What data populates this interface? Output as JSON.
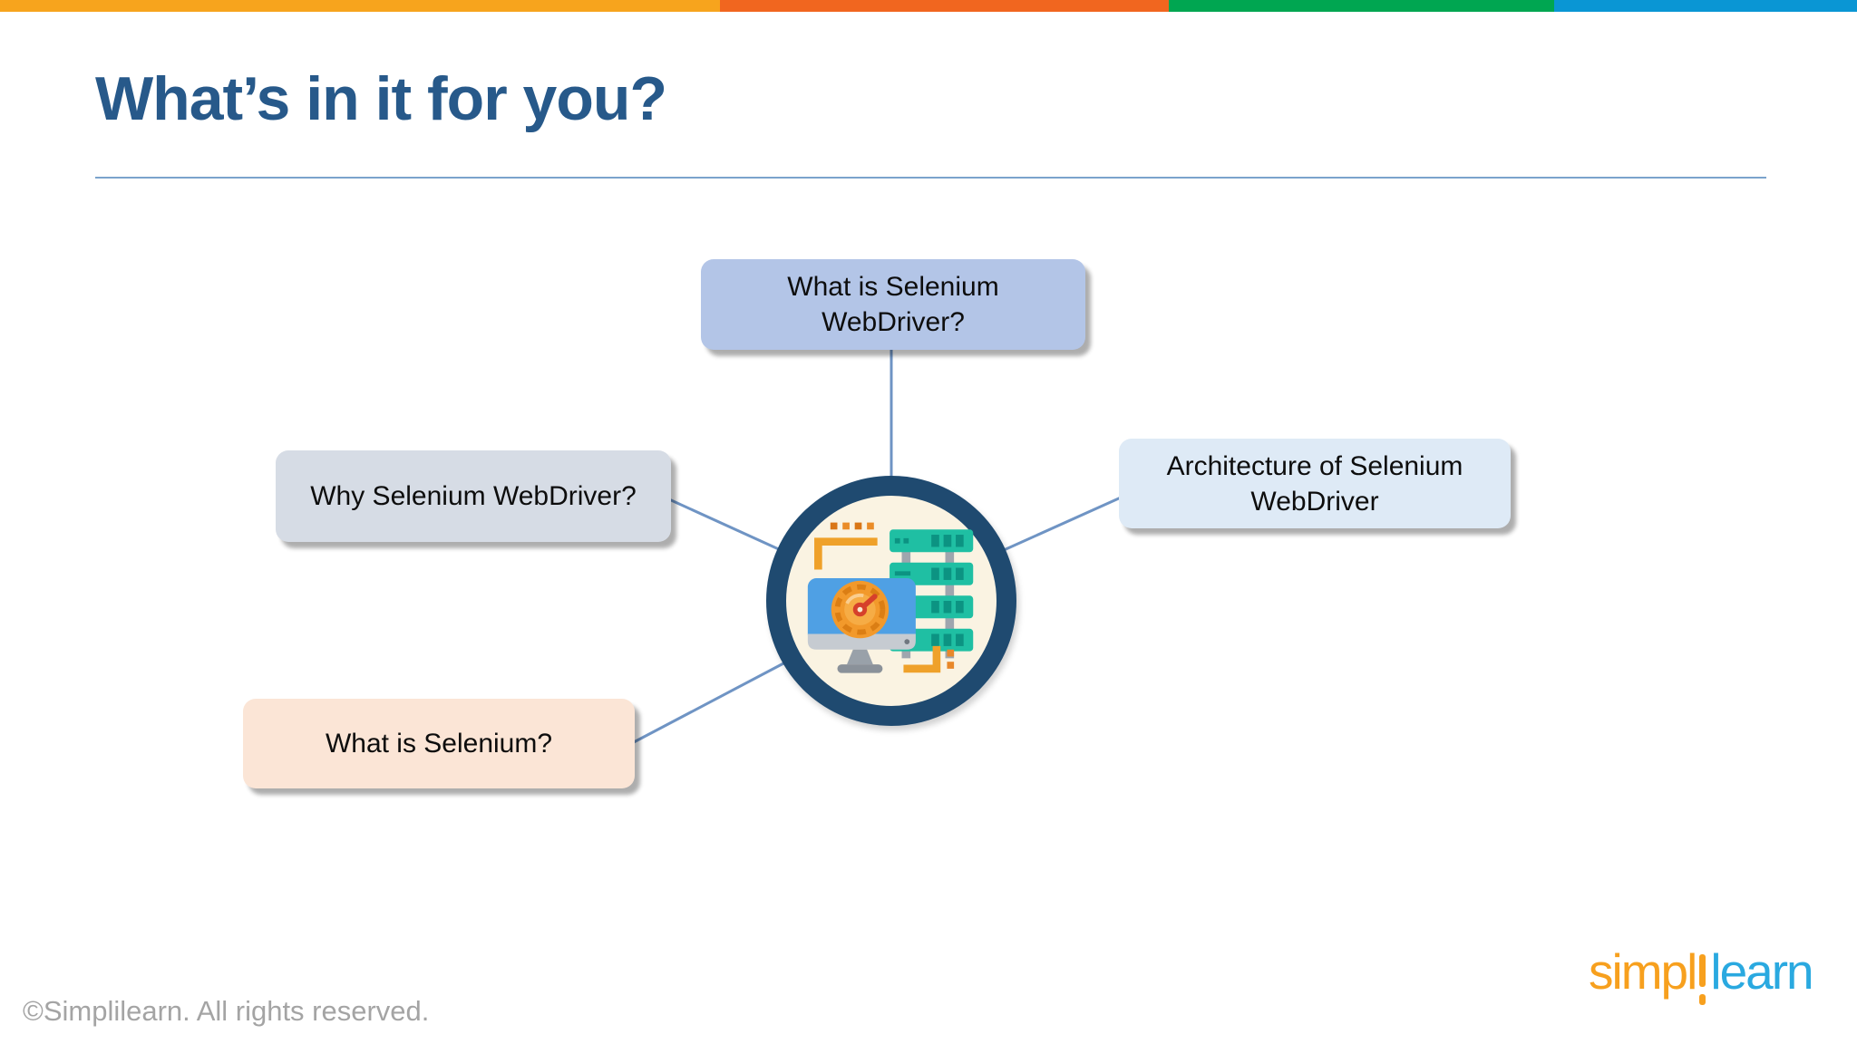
{
  "slide": {
    "title": "What’s in it for you?",
    "title_color": "#27598A"
  },
  "top_bar": {
    "segment_colors": [
      "#F7A41D",
      "#F1661F",
      "#00A651",
      "#0A96D4"
    ]
  },
  "diagram": {
    "center": {
      "icon": "speedometer-monitor-with-servers",
      "ring_color": "#1F4A70",
      "fill_color": "#FAF3E2",
      "connector_color": "#6F94C4"
    },
    "topics": [
      {
        "label": "What is Selenium WebDriver?",
        "bg": "#B3C5E7",
        "position": "top"
      },
      {
        "label": "Why Selenium WebDriver?",
        "bg": "#D6DCE5",
        "position": "left"
      },
      {
        "label": "Architecture of Selenium WebDriver",
        "bg": "#DEEAF6",
        "position": "right"
      },
      {
        "label": "What is Selenium?",
        "bg": "#FBE5D6",
        "position": "bottom-left"
      }
    ]
  },
  "footer": {
    "copyright": "©Simplilearn. All rights reserved.",
    "logo": {
      "first": "simpl",
      "second": "learn",
      "first_color": "#F7A01E",
      "second_color": "#2AA9E0"
    }
  }
}
